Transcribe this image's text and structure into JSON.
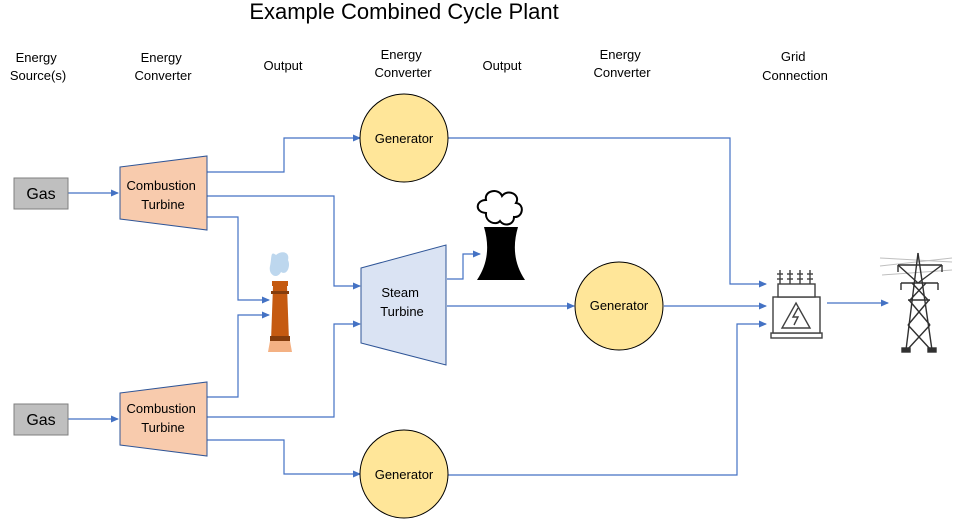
{
  "title": "Example Combined Cycle Plant",
  "columns": {
    "energy_source": [
      "Energy",
      "Source(s)"
    ],
    "energy_converter_1": [
      "Energy",
      "Converter"
    ],
    "output_1": "Output",
    "energy_converter_2": [
      "Energy",
      "Converter"
    ],
    "output_2": "Output",
    "energy_converter_3": [
      "Energy",
      "Converter"
    ],
    "grid_connection": [
      "Grid",
      "Connection"
    ]
  },
  "sources": [
    {
      "label": "Gas"
    },
    {
      "label": "Gas"
    }
  ],
  "combustion_turbines": [
    {
      "label": [
        "Combustion",
        "Turbine"
      ]
    },
    {
      "label": [
        "Combustion",
        "Turbine"
      ]
    }
  ],
  "steam_turbine": {
    "label": [
      "Steam",
      "Turbine"
    ]
  },
  "generators": [
    {
      "label": "Generator"
    },
    {
      "label": "Generator"
    },
    {
      "label": "Generator"
    }
  ],
  "icons": {
    "exhaust_stack": "exhaust-stack-icon",
    "cooling_tower": "cooling-tower-icon",
    "transformer": "transformer-icon",
    "transmission_tower": "transmission-tower-icon"
  },
  "colors": {
    "wire": "#4472C4",
    "gas_fill": "#BFBFBF",
    "combustion_fill": "#F8CBAD",
    "combustion_stroke": "#2F5597",
    "steam_fill": "#DAE3F3",
    "generator_fill": "#FFE699"
  }
}
